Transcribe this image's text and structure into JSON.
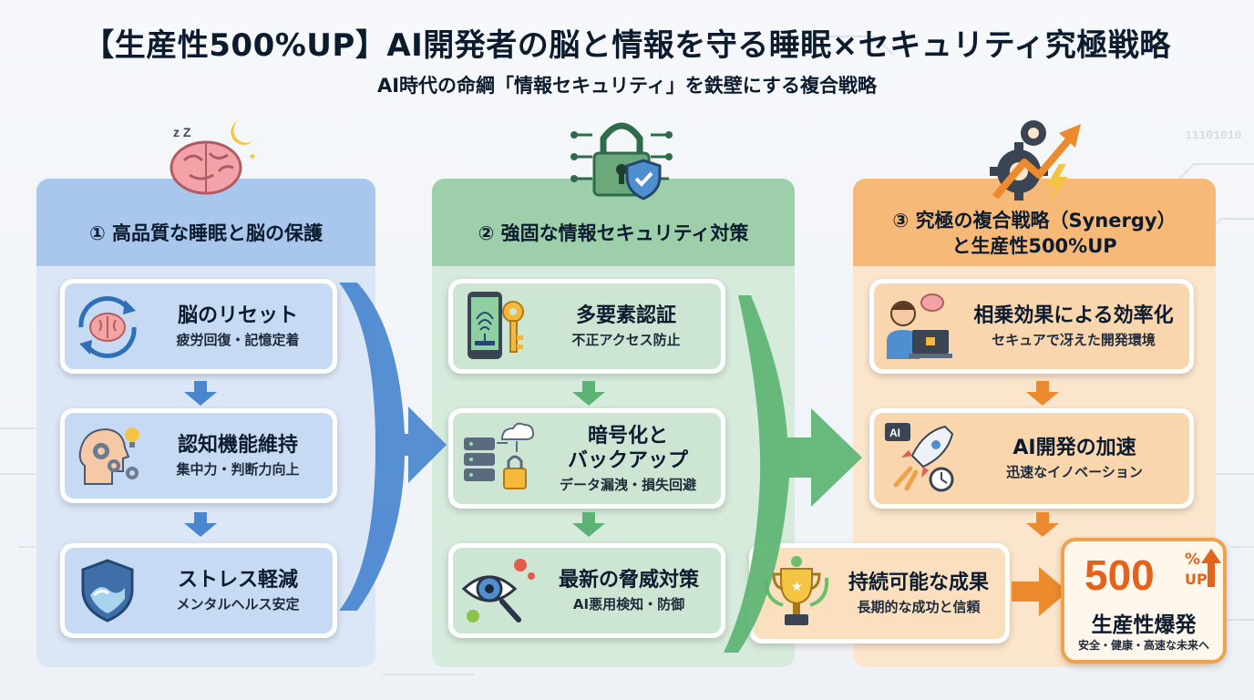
{
  "title": "【生産性500%UP】AI開発者の脳と情報を守る睡眠×セキュリティ究極戦略",
  "subtitle": "AI時代の命綱「情報セキュリティ」を鉄壁にする複合戦略",
  "background_code": "11101010",
  "colors": {
    "blue": "#cfe0f5",
    "green": "#cfe6d6",
    "orange": "#fbe0c2",
    "accent_orange": "#f0a24a",
    "result_red": "#e2631b"
  },
  "columns": [
    {
      "header": "① 高品質な睡眠と脳の保護",
      "header_icon": "brain-sleep-icon",
      "cards": [
        {
          "title": "脳のリセット",
          "sub": "疲労回復・記憶定着",
          "icon": "brain-refresh-icon"
        },
        {
          "title": "認知機能維持",
          "sub": "集中力・判断力向上",
          "icon": "head-gears-icon"
        },
        {
          "title": "ストレス軽減",
          "sub": "メンタルヘルス安定",
          "icon": "shield-wave-icon"
        }
      ]
    },
    {
      "header": "② 強固な情報セキュリティ対策",
      "header_icon": "padlock-shield-icon",
      "cards": [
        {
          "title": "多要素認証",
          "sub": "不正アクセス防止",
          "icon": "phone-fingerprint-key-icon"
        },
        {
          "title_line1": "暗号化と",
          "title_line2": "バックアップ",
          "sub": "データ漏洩・損失回避",
          "icon": "server-cloud-lock-icon"
        },
        {
          "title": "最新の脅威対策",
          "sub": "AI悪用検知・防御",
          "icon": "eye-magnifier-virus-icon"
        }
      ]
    },
    {
      "header_line1": "③ 究極の複合戦略（Synergy）",
      "header_line2": "と生産性500%UP",
      "header_icon": "gear-growth-arrow-icon",
      "cards": [
        {
          "title": "相乗効果による効率化",
          "sub": "セキュアで冴えた開発環境",
          "icon": "developer-laptop-icon"
        },
        {
          "title": "AI開発の加速",
          "sub": "迅速なイノベーション",
          "icon": "ai-rocket-icon"
        },
        {
          "title": "持続可能な成果",
          "sub": "長期的な成功と信頼",
          "icon": "trophy-icon"
        }
      ]
    }
  ],
  "result": {
    "number": "500",
    "percent": "%",
    "up": "UP",
    "title": "生産性爆発",
    "sub": "安全・健康・高速な未来へ"
  }
}
